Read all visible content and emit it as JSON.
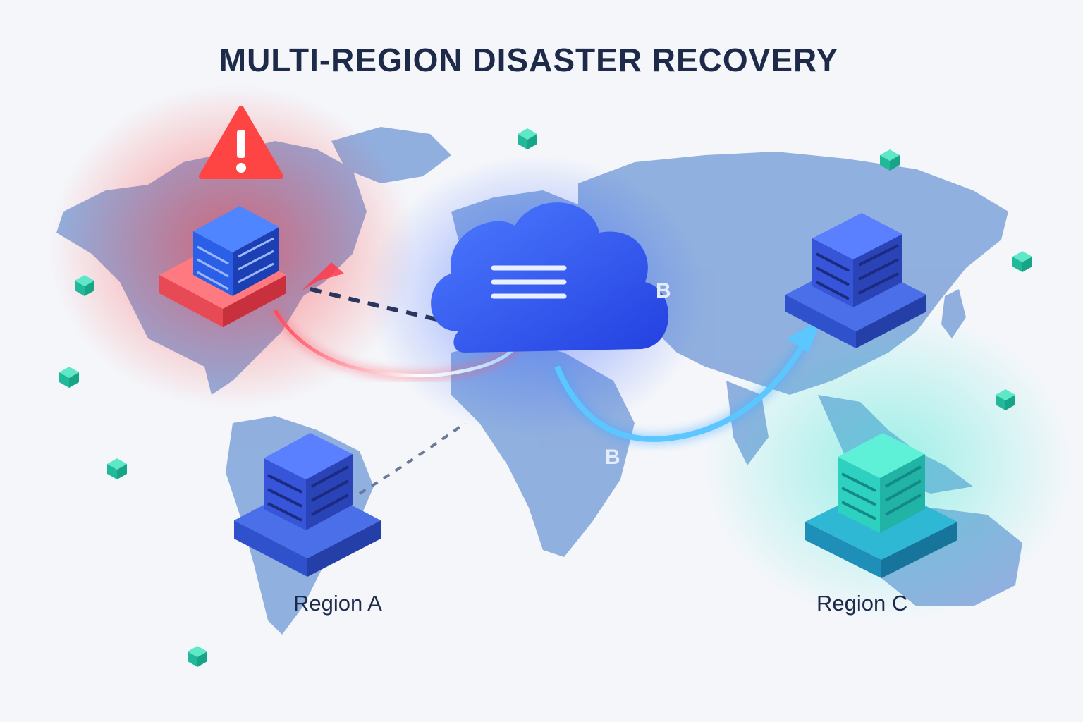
{
  "title": "MULTI-REGION DISASTER RECOVERY",
  "regions": {
    "a_label": "Region A",
    "c_label": "Region C"
  },
  "cloud_labels": [
    "B",
    "B"
  ],
  "colors": {
    "failed": "#ff3b3b",
    "primary": "#2f6bff",
    "recovery": "#28e0c4",
    "map": "#5f8fd0",
    "text": "#1e2a4a"
  },
  "icons": {
    "alert": "warning-triangle-icon",
    "cloud": "cloud-icon",
    "server": "server-rack-icon"
  }
}
